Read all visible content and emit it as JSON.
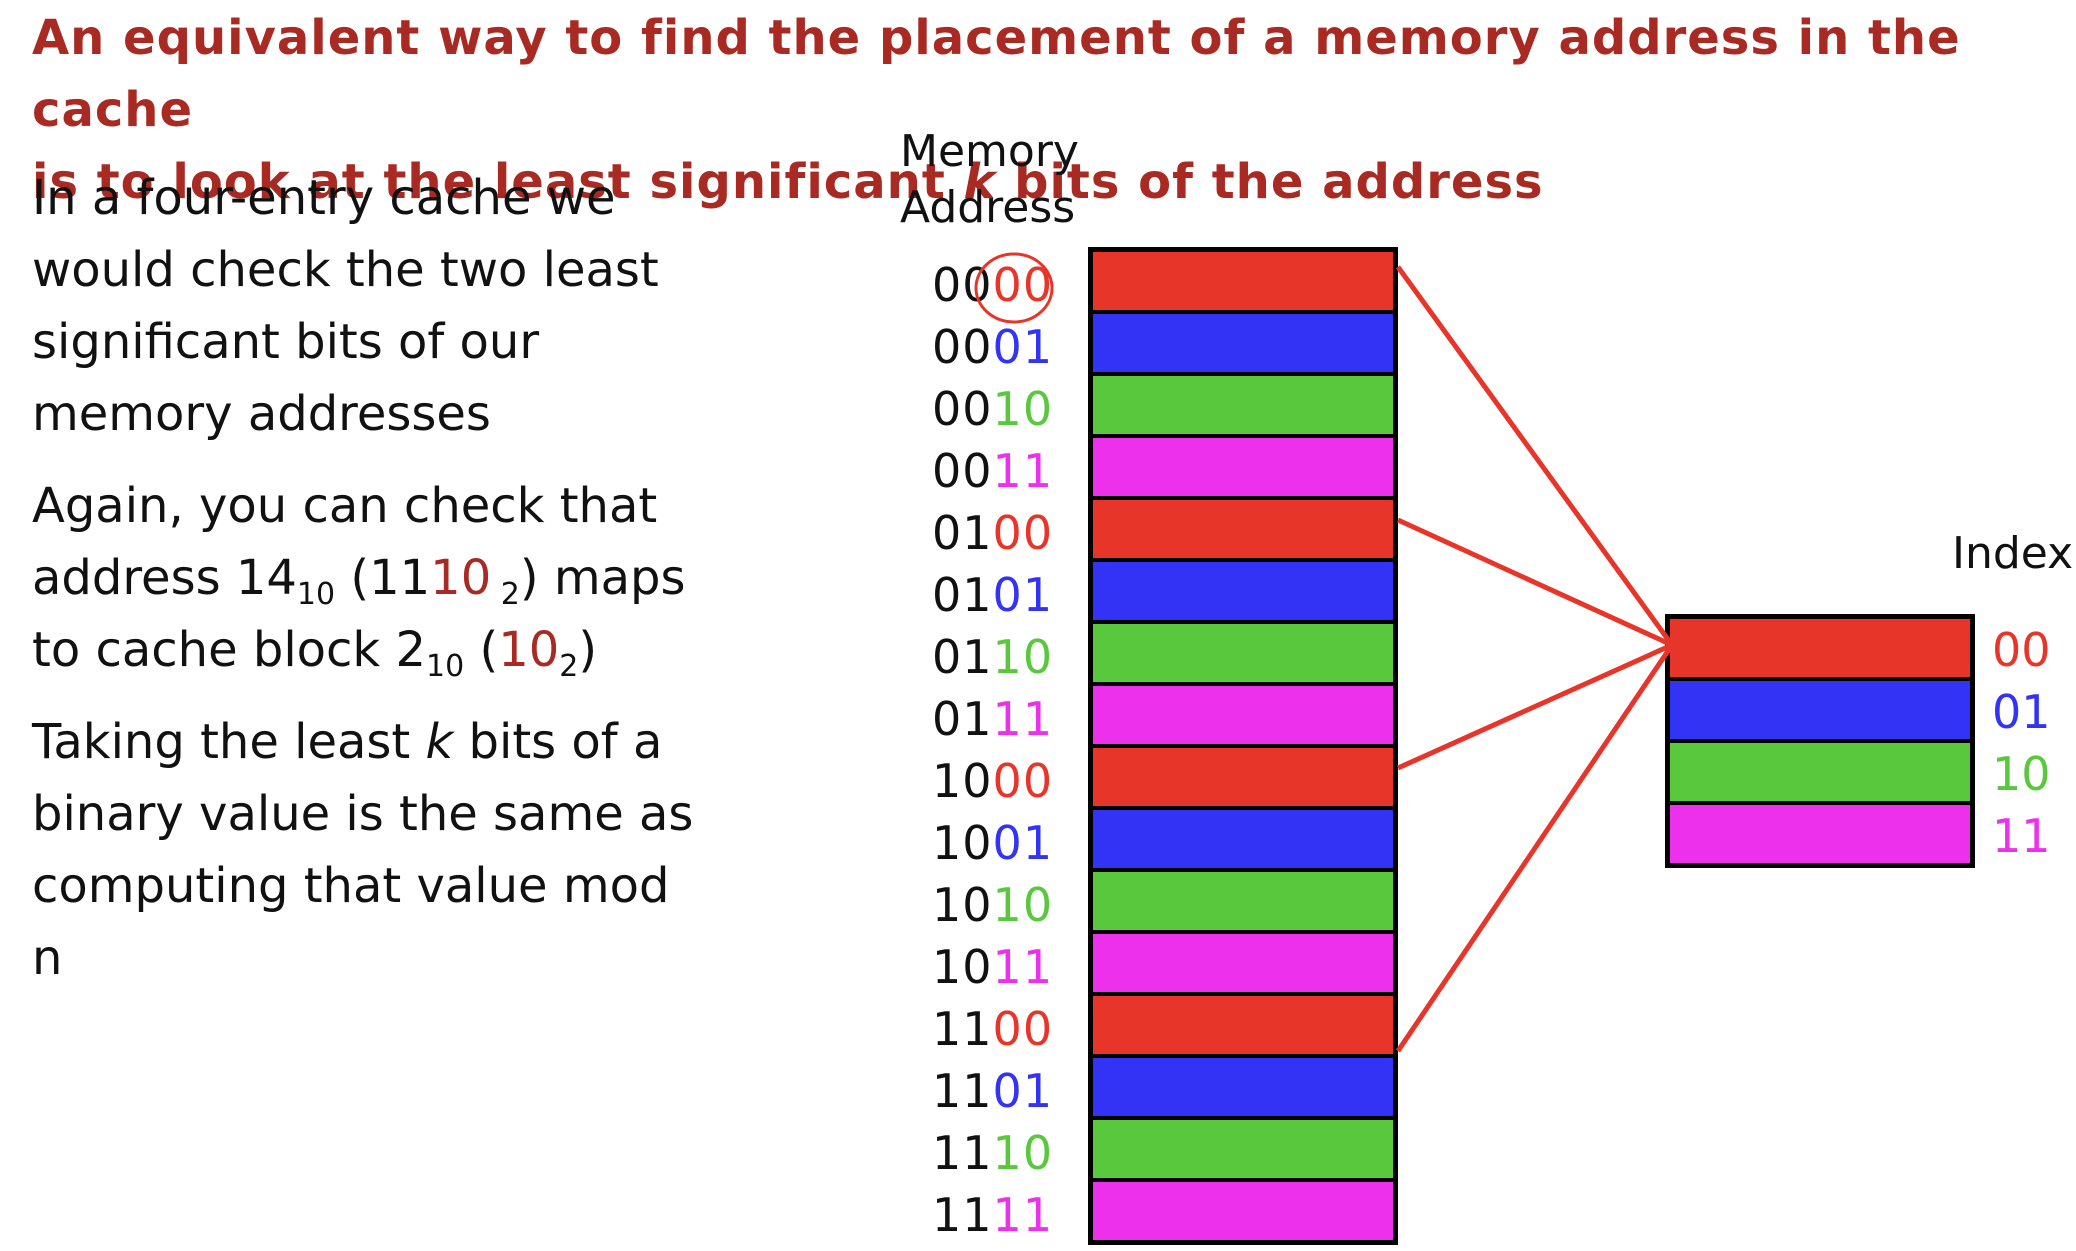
{
  "title": {
    "line1": "An equivalent way to find the placement of a memory address in the cache",
    "line2_pre": "is to look at the least significant ",
    "line2_k": "k",
    "line2_post": " bits of the address"
  },
  "body": {
    "p1": "In a four-entry cache we would check the two least significant bits of our memory addresses",
    "p2_a": "Again, you can check that address 14",
    "p2_sub10a": "10",
    "p2_b": " (11",
    "p2_red10": "10",
    "p2_sub2a": " 2",
    "p2_c": ") maps to cache block 2",
    "p2_sub10b": "10",
    "p2_d": " (",
    "p2_red10b": "10",
    "p2_sub2b": "2",
    "p2_e": ")",
    "p3_a": "Taking the least ",
    "p3_k": "k",
    "p3_b": " bits of a binary value is the same as computing that value mod n"
  },
  "memory_header": {
    "line1": "Memory",
    "line2": "Address"
  },
  "index_header": "Index",
  "colors": {
    "red": "#e8352a",
    "blue": "#3333f5",
    "green": "#5ac83c",
    "magenta": "#ec30ec",
    "title_red": "#a82a22",
    "line": "#e8352a"
  },
  "addresses": [
    {
      "hi": "00",
      "lo": "00",
      "color": "red"
    },
    {
      "hi": "00",
      "lo": "01",
      "color": "blue"
    },
    {
      "hi": "00",
      "lo": "10",
      "color": "green"
    },
    {
      "hi": "00",
      "lo": "11",
      "color": "magenta"
    },
    {
      "hi": "01",
      "lo": "00",
      "color": "red"
    },
    {
      "hi": "01",
      "lo": "01",
      "color": "blue"
    },
    {
      "hi": "01",
      "lo": "10",
      "color": "green"
    },
    {
      "hi": "01",
      "lo": "11",
      "color": "magenta"
    },
    {
      "hi": "10",
      "lo": "00",
      "color": "red"
    },
    {
      "hi": "10",
      "lo": "01",
      "color": "blue"
    },
    {
      "hi": "10",
      "lo": "10",
      "color": "green"
    },
    {
      "hi": "10",
      "lo": "11",
      "color": "magenta"
    },
    {
      "hi": "11",
      "lo": "00",
      "color": "red"
    },
    {
      "hi": "11",
      "lo": "01",
      "color": "blue"
    },
    {
      "hi": "11",
      "lo": "10",
      "color": "green"
    },
    {
      "hi": "11",
      "lo": "11",
      "color": "magenta"
    }
  ],
  "indices": [
    {
      "label": "00",
      "color": "red"
    },
    {
      "label": "01",
      "color": "blue"
    },
    {
      "label": "10",
      "color": "green"
    },
    {
      "label": "11",
      "color": "magenta"
    }
  ]
}
